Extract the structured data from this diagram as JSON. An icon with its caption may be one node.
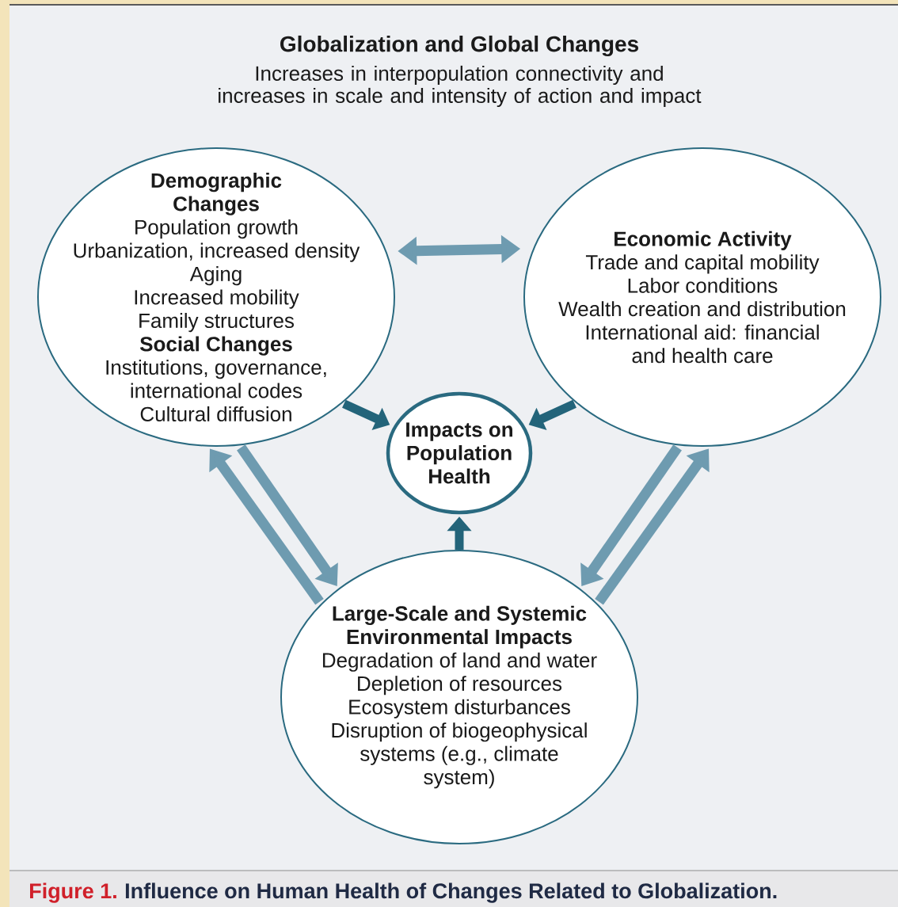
{
  "diagram": {
    "title": "Globalization and Global Changes",
    "caption": "Influence on Human Health of Changes Related to Globalization.",
    "nodes": [
      {
        "text": [
          "Demographic Changes",
          "Population growth",
          "Urbanization, increased density",
          "Aging",
          "Increased mobility",
          "Family structures",
          "Social Changes",
          "Institutions, governance, international codes",
          "Cultural diffusion"
        ]
      },
      {
        "text": [
          "Economic Activity",
          "Trade and capital mobility",
          "Labor conditions",
          "Wealth creation and distribution",
          "International aid: financial and health care"
        ]
      },
      {
        "text": [
          "Impacts on Population Health"
        ]
      },
      {
        "text": [
          "Large-Scale and Systemic Environmental Impacts",
          "Degradation of land and water",
          "Depletion of resources",
          "Ecosystem disturbances",
          "Disruption of biogeophysical systems (e.g., climate system)"
        ]
      }
    ],
    "edges": [
      {
        "from": 0,
        "to": 1,
        "arrow": "both"
      },
      {
        "from": 0,
        "to": 2,
        "arrow": "to",
        "color": "#23647a"
      },
      {
        "from": 1,
        "to": 2,
        "arrow": "to",
        "color": "#23647a"
      },
      {
        "from": 3,
        "to": 2,
        "arrow": "to",
        "color": "#23647a"
      },
      {
        "from": 0,
        "to": 3,
        "arrow": "to"
      },
      {
        "from": 3,
        "to": 0,
        "arrow": "to"
      },
      {
        "from": 1,
        "to": 3,
        "arrow": "to"
      },
      {
        "from": 3,
        "to": 1,
        "arrow": "to"
      }
    ],
    "labels": [
      "Increases in interpopulation connectivity and increases in scale and intensity of action and impact",
      "Figure 1."
    ]
  }
}
